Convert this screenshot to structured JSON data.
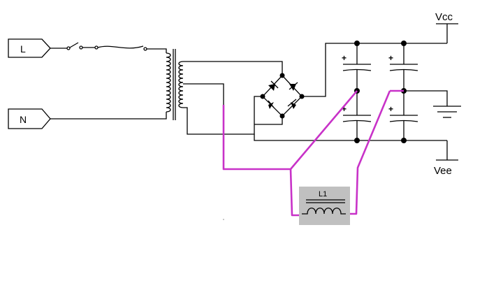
{
  "schematic": {
    "terminals": {
      "line": "L",
      "neutral": "N"
    },
    "rails": {
      "positive": "Vcc",
      "negative": "Vee"
    },
    "inductor": {
      "designator": "L1"
    },
    "capacitor_polarity": "+",
    "colors": {
      "wire": "#000000",
      "added_wire": "#c832c8",
      "inductor_box": "#c0c0c0"
    }
  }
}
